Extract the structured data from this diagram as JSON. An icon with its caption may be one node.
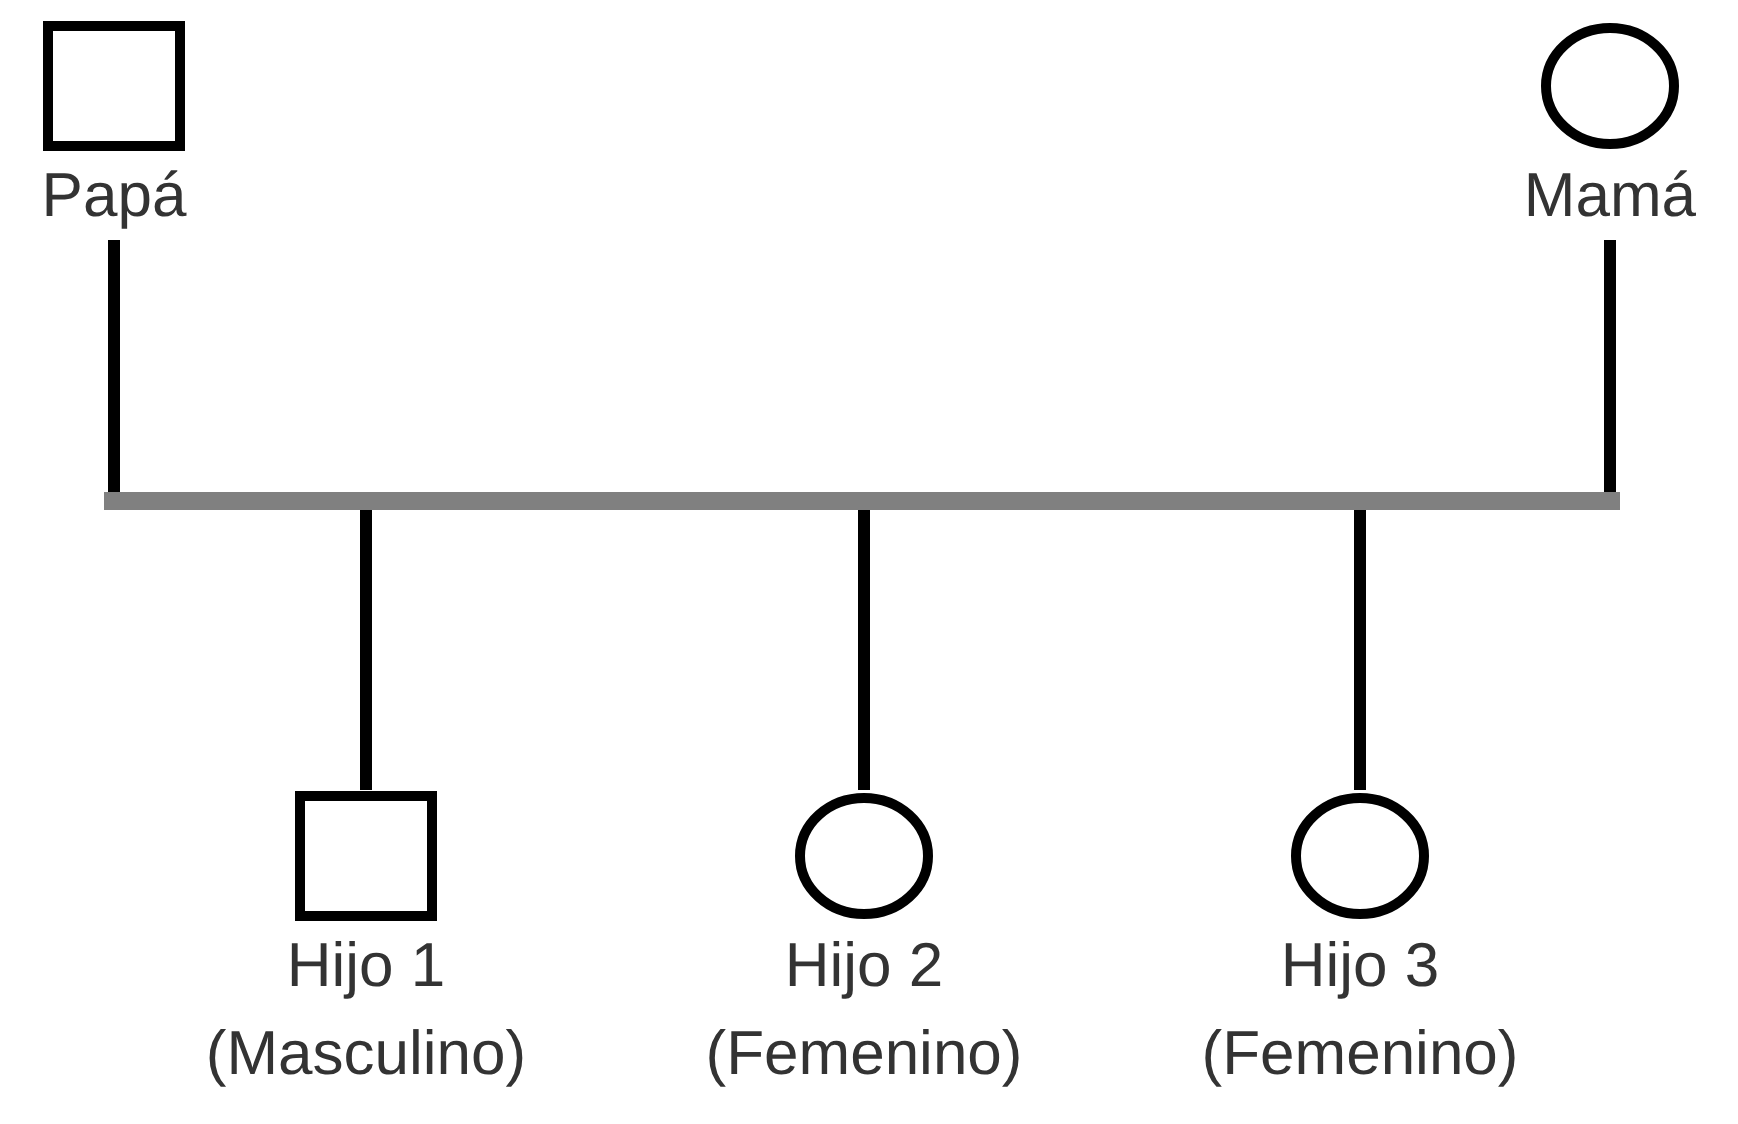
{
  "diagram": {
    "nodes": [
      {
        "text": [
          "Papá"
        ]
      },
      {
        "text": [
          "Mamá"
        ]
      },
      {
        "text": [],
        "shape": "bar"
      },
      {
        "text": [
          "Hijo 1 (Masculino)"
        ]
      },
      {
        "text": [
          "Hijo 2 (Femenino)"
        ]
      },
      {
        "text": [
          "Hijo 3 (Femenino)"
        ]
      }
    ],
    "edges": [
      {
        "from": 0,
        "to": 2,
        "arrow": "none"
      },
      {
        "from": 1,
        "to": 2,
        "arrow": "none"
      },
      {
        "from": 2,
        "to": 3,
        "arrow": "none"
      },
      {
        "from": 2,
        "to": 4,
        "arrow": "none"
      },
      {
        "from": 2,
        "to": 5,
        "arrow": "none"
      }
    ]
  }
}
